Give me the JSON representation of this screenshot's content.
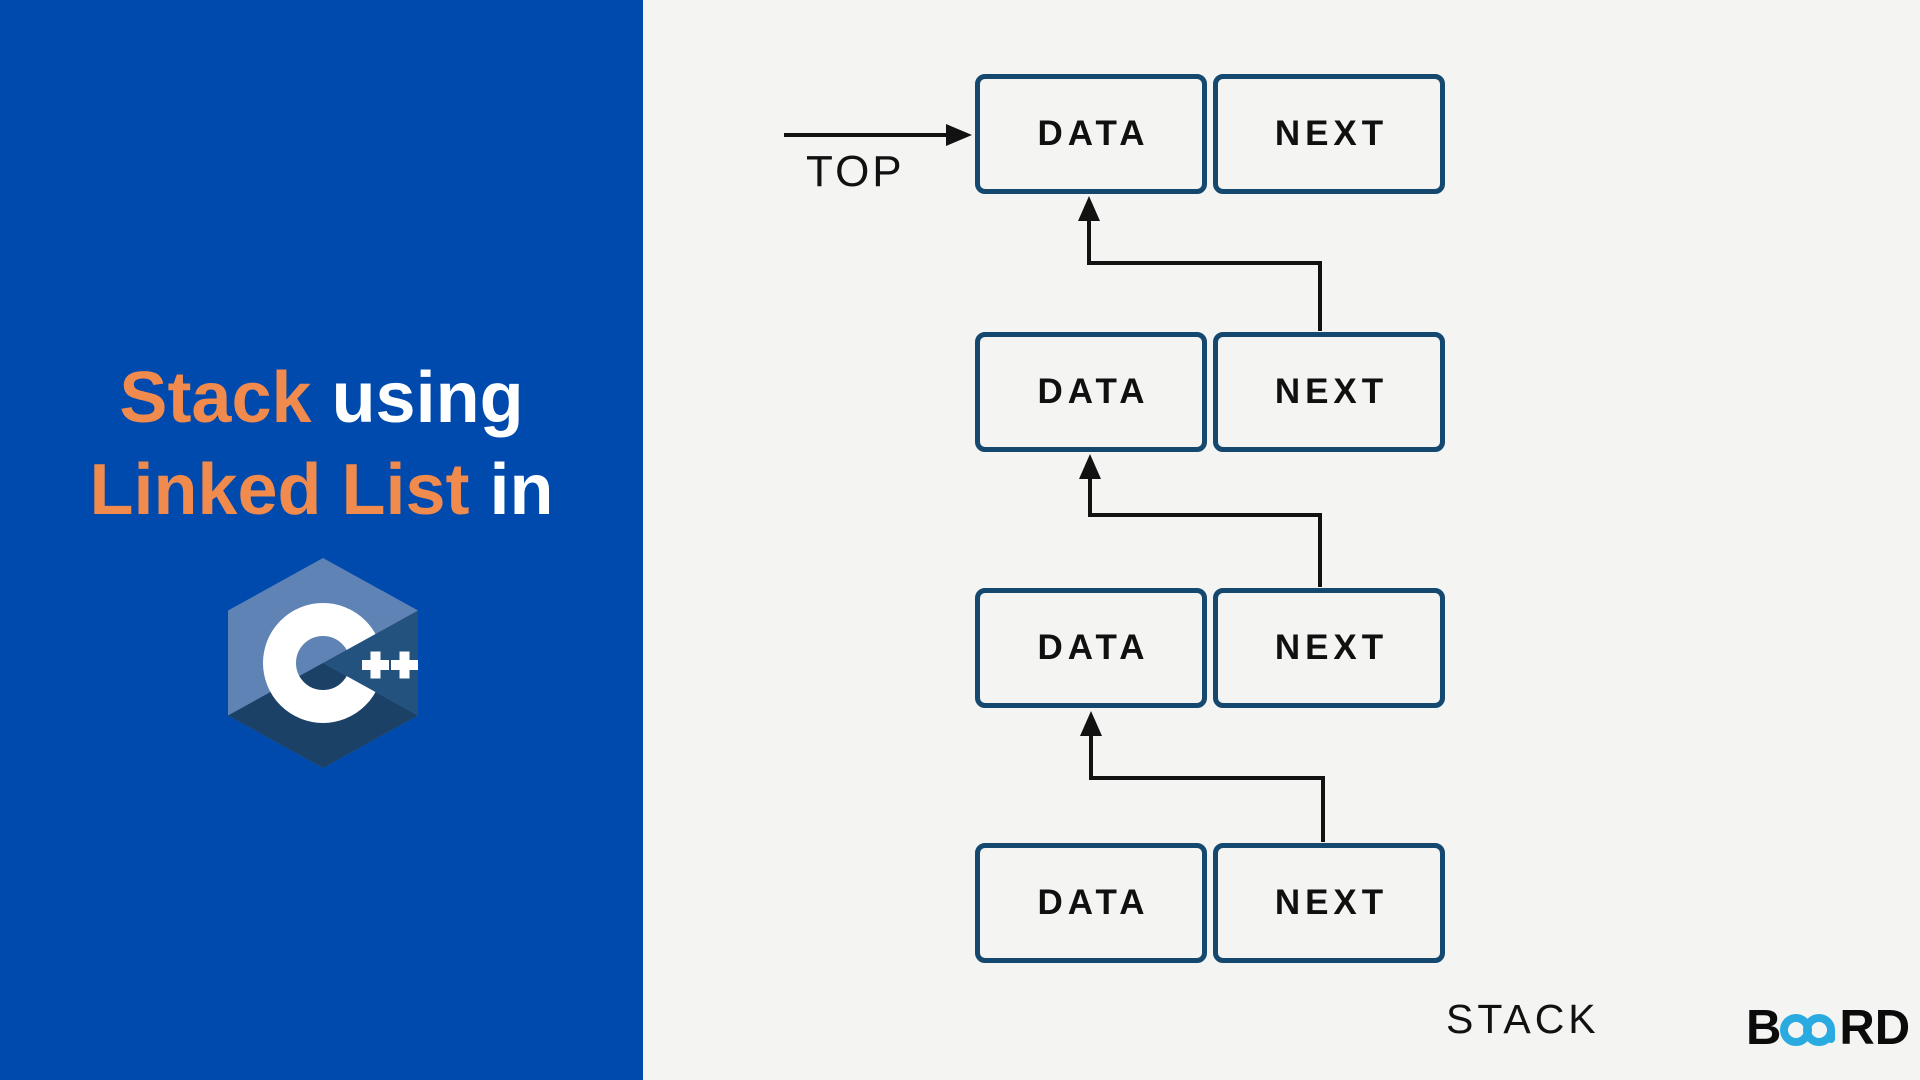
{
  "left_panel": {
    "bg_color": "#004AAD",
    "title": {
      "line1_accent": "Stack",
      "line1_plain": "using",
      "line2_accent": "Linked List",
      "line2_plain": "in",
      "accent_color": "#F18A4D",
      "plain_color": "#FFFFFF"
    },
    "cpp_logo": {
      "letter": "C",
      "plus_plus": "++",
      "hex_light_color": "#5E83B4",
      "hex_wedge_color": "#24527F",
      "hex_dark_color": "#1C4166",
      "glyph_color": "#FFFFFF"
    }
  },
  "diagram": {
    "bg_color": "#F4F4F3",
    "top_label": "TOP",
    "stack_label": "STACK",
    "box_border_color": "#14486E",
    "arrow_color": "#121212",
    "nodes": [
      {
        "data_label": "DATA",
        "next_label": "NEXT"
      },
      {
        "data_label": "DATA",
        "next_label": "NEXT"
      },
      {
        "data_label": "DATA",
        "next_label": "NEXT"
      },
      {
        "data_label": "DATA",
        "next_label": "NEXT"
      }
    ]
  },
  "footer_logo": {
    "prefix": "B",
    "suffix": "RD",
    "infinity_color": "#29ABE2",
    "text_color": "#0B0B0B"
  }
}
